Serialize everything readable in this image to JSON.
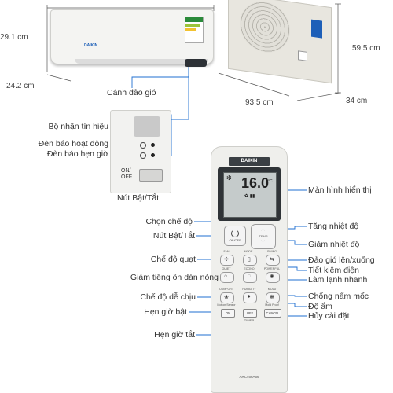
{
  "dimensions": {
    "indoor_height": "29.1 cm",
    "indoor_depth": "24.2 cm",
    "outdoor_height": "59.5 cm",
    "outdoor_width": "93.5 cm",
    "outdoor_depth": "34 cm"
  },
  "brand": "DAIKIN",
  "remote_model": "ARC466A56",
  "lcd_temp": "16.0",
  "lcd_unit": "°C",
  "labels": {
    "louver": "Cánh đảo gió",
    "signal_receiver": "Bộ nhận tín hiệu",
    "operation_lamp": "Đèn báo hoạt động",
    "timer_lamp": "Đèn báo hẹn giờ",
    "power_button_unit": "Nút Bật/Tắt",
    "lcd_screen": "Màn hình hiển thị",
    "mode_select": "Chọn chế độ",
    "temp_up": "Tăng nhiệt độ",
    "power_button_remote": "Nút Bật/Tắt",
    "temp_down": "Giảm nhiệt độ",
    "fan_mode": "Chế độ quạt",
    "swing": "Đảo gió lên/xuống",
    "econo": "Tiết kiệm điện",
    "quiet": "Giảm tiếng ồn dàn nóng",
    "powerful": "Làm lạnh nhanh",
    "comfort": "Chế độ dễ chịu",
    "mold": "Chống nấm mốc",
    "humidity": "Độ ẩm",
    "timer_on": "Hẹn giờ bật",
    "cancel": "Hủy cài đặt",
    "timer_off": "Hẹn giờ tắt"
  },
  "panel": {
    "on_off": "ON/",
    "on_off2": "OFF"
  },
  "remote_keys": {
    "on_off": "ON/OFF",
    "temp": "TEMP",
    "fan": "FAN",
    "mode": "MODE",
    "swing": "SWING",
    "quiet": "QUIET",
    "econo": "ECONO",
    "powerful": "POWERFUL",
    "comfort": "COMFORT",
    "humidity": "HUMIDITY",
    "mold": "MOLD",
    "sensor": "Motion Sensor",
    "proof": "Mold Proof",
    "on": "ON",
    "off": "OFF",
    "cancel": "CANCEL",
    "timer": "TIMER"
  },
  "colors": {
    "accent_line": "#1f6fd0",
    "unit_body": "#f4f4f2",
    "outdoor_body": "#e8e6df",
    "lcd_bg": "#7f8a8a",
    "brand_blue": "#1d5fb8"
  }
}
